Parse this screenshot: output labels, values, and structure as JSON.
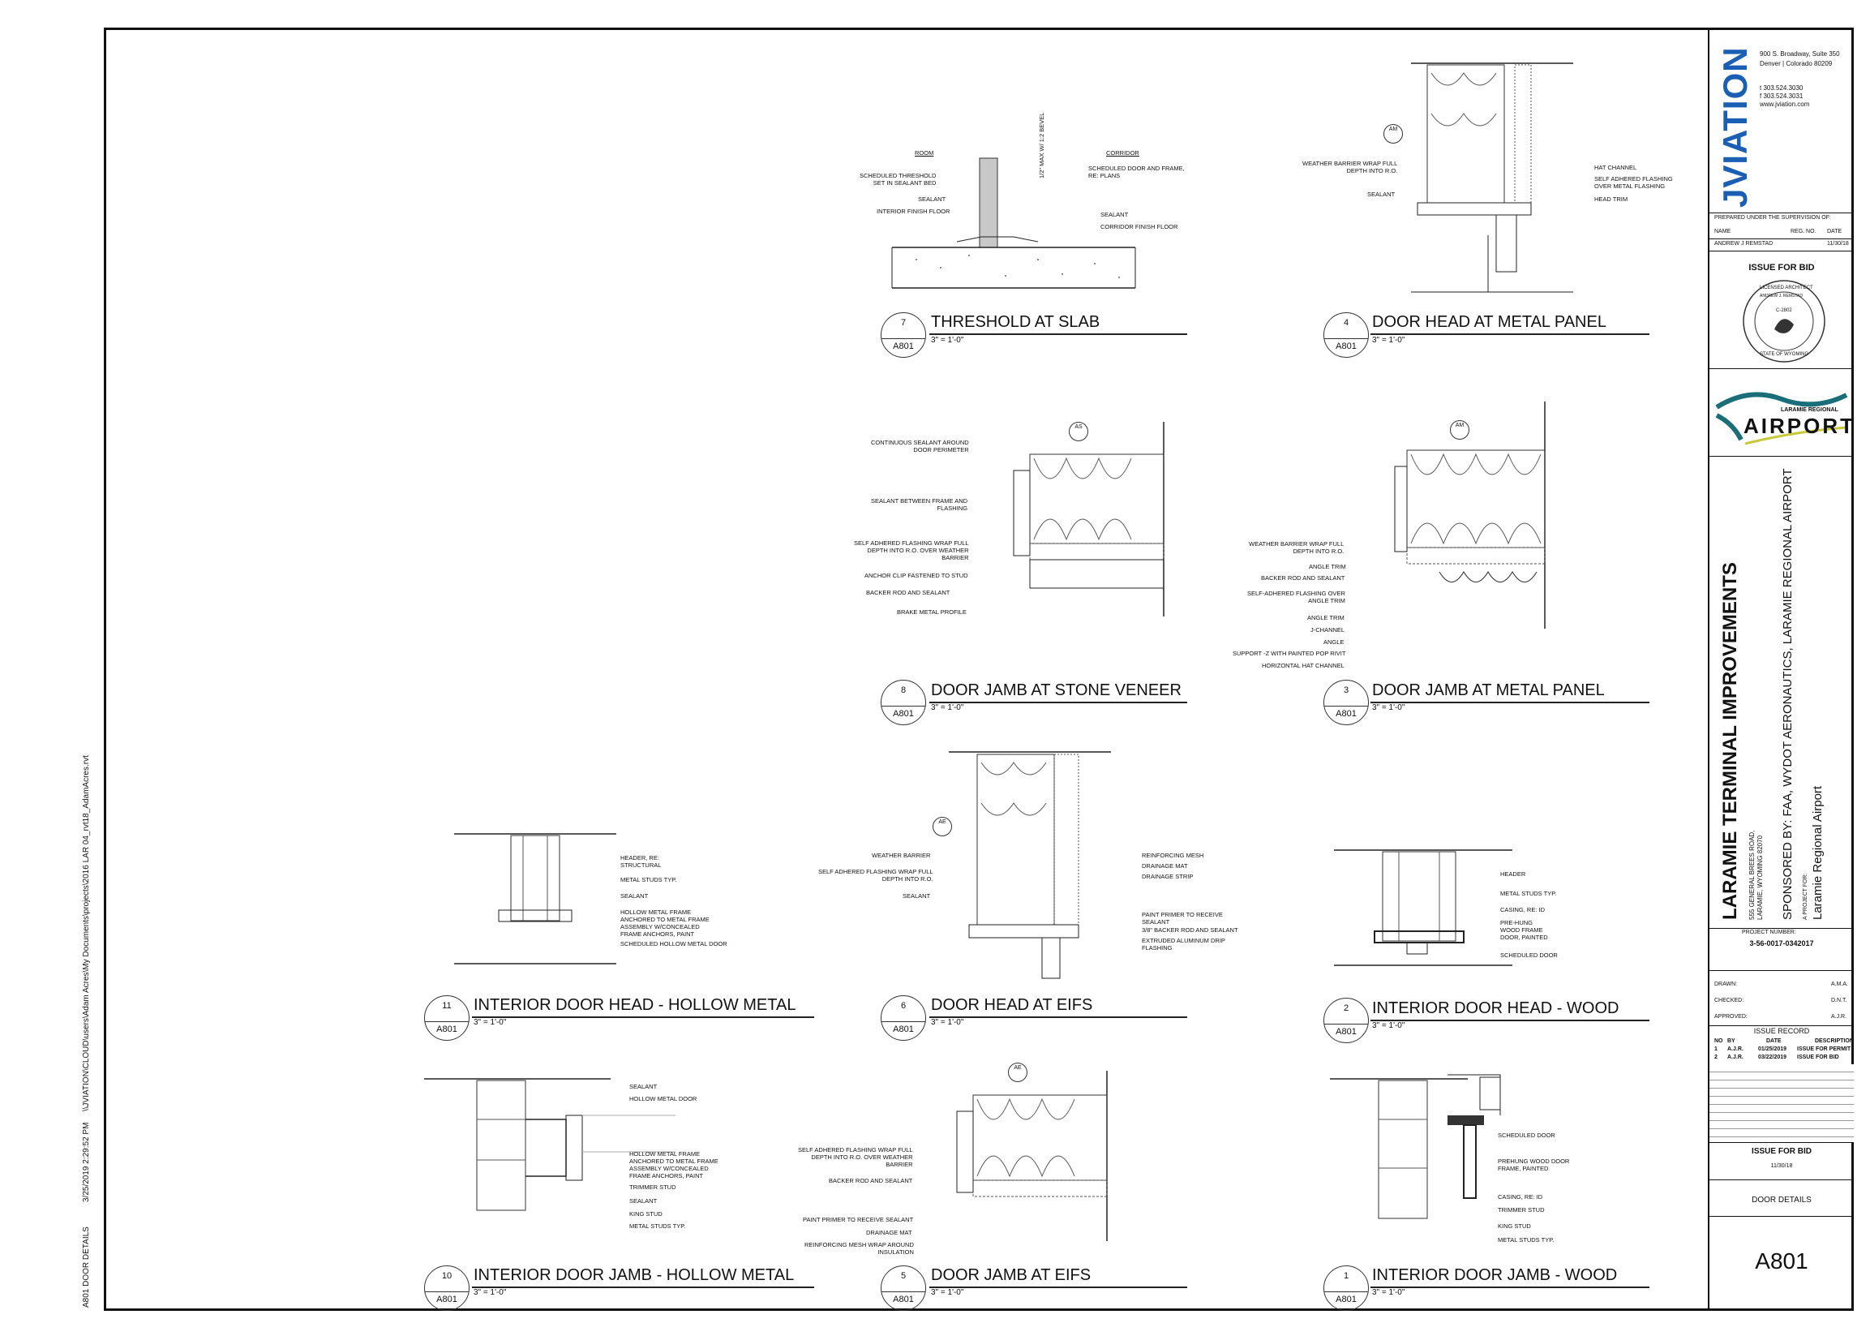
{
  "side_labels": {
    "path": "\\\\JVIATION\\CLOUD\\users\\Adam Acres\\My Documents\\projects\\2016 LAR 04_rvt18_AdamAcres.rvt",
    "timestamp": "3/25/2019 2:29:52 PM",
    "sheet_name": "A801 DOOR DETAILS"
  },
  "details": [
    {
      "num": "7",
      "sheet": "A801",
      "title": "THRESHOLD AT SLAB",
      "scale": "3\" = 1'-0\""
    },
    {
      "num": "4",
      "sheet": "A801",
      "title": "DOOR HEAD AT METAL PANEL",
      "scale": "3\" = 1'-0\""
    },
    {
      "num": "8",
      "sheet": "A801",
      "title": "DOOR JAMB AT STONE VENEER",
      "scale": "3\" = 1'-0\""
    },
    {
      "num": "3",
      "sheet": "A801",
      "title": "DOOR JAMB AT METAL PANEL",
      "scale": "3\" = 1'-0\""
    },
    {
      "num": "11",
      "sheet": "A801",
      "title": "INTERIOR DOOR HEAD - HOLLOW METAL",
      "scale": "3\" = 1'-0\""
    },
    {
      "num": "6",
      "sheet": "A801",
      "title": "DOOR HEAD AT EIFS",
      "scale": "3\" = 1'-0\""
    },
    {
      "num": "2",
      "sheet": "A801",
      "title": "INTERIOR DOOR HEAD - WOOD",
      "scale": "3\" = 1'-0\""
    },
    {
      "num": "10",
      "sheet": "A801",
      "title": "INTERIOR DOOR JAMB - HOLLOW METAL",
      "scale": "3\" = 1'-0\""
    },
    {
      "num": "5",
      "sheet": "A801",
      "title": "DOOR JAMB AT EIFS",
      "scale": "3\" = 1'-0\""
    },
    {
      "num": "1",
      "sheet": "A801",
      "title": "INTERIOR DOOR JAMB - WOOD",
      "scale": "3\" = 1'-0\""
    }
  ],
  "notes": {
    "d7": {
      "room": "ROOM",
      "corridor": "CORRIDOR",
      "left": [
        "SCHEDULED THRESHOLD\nSET IN SEALANT BED",
        "SEALANT",
        "INTERIOR FINISH FLOOR"
      ],
      "right": [
        "SCHEDULED DOOR AND FRAME,\nRE: PLANS",
        "SEALANT",
        "CORRIDOR FINISH FLOOR"
      ],
      "bevel": "1/2\" MAX W/ 1:2 BEVEL"
    },
    "d4": {
      "tag": "AM",
      "left": [
        "WEATHER BARRIER WRAP FULL\nDEPTH INTO R.O.",
        "SEALANT"
      ],
      "right": [
        "HAT CHANNEL",
        "SELF ADHERED FLASHING\nOVER METAL FLASHING",
        "HEAD TRIM"
      ]
    },
    "d8": {
      "tag": "AS",
      "left": [
        "CONTINUOUS SEALANT AROUND\nDOOR PERIMETER",
        "SEALANT BETWEEN FRAME AND\nFLASHING",
        "SELF ADHERED FLASHING WRAP FULL\nDEPTH INTO R.O. OVER WEATHER\nBARRIER",
        "ANCHOR CLIP FASTENED TO STUD",
        "BACKER ROD AND SEALANT",
        "BRAKE METAL PROFILE"
      ]
    },
    "d3": {
      "tag": "AM",
      "left": [
        "WEATHER BARRIER WRAP FULL\nDEPTH INTO R.O.",
        "ANGLE TRIM",
        "BACKER ROD AND SEALANT",
        "SELF-ADHERED FLASHING OVER\nANGLE TRIM",
        "ANGLE TRIM",
        "J-CHANNEL",
        "ANGLE",
        "SUPPORT -Z WITH PAINTED POP RIVIT",
        "HORIZONTAL HAT CHANNEL"
      ]
    },
    "d11": {
      "right": [
        "HEADER, RE:\nSTRUCTURAL",
        "METAL STUDS TYP.",
        "SEALANT",
        "HOLLOW METAL FRAME\nANCHORED TO METAL FRAME\nASSEMBLY W/CONCEALED\nFRAME ANCHORS, PAINT",
        "SCHEDULED HOLLOW METAL DOOR"
      ]
    },
    "d6": {
      "tag": "AE",
      "left": [
        "WEATHER BARRIER",
        "SELF ADHERED FLASHING WRAP FULL\nDEPTH INTO R.O.",
        "SEALANT"
      ],
      "right": [
        "REINFORCING MESH",
        "DRAINAGE MAT",
        "DRAINAGE STRIP",
        "PAINT PRIMER TO RECEIVE\nSEALANT",
        "3/8\" BACKER ROD AND SEALANT",
        "EXTRUDED ALUMINUM DRIP\nFLASHING"
      ]
    },
    "d2": {
      "right": [
        "HEADER",
        "METAL STUDS TYP.",
        "CASING, RE: ID",
        "PRE-HUNG\nWOOD FRAME\nDOOR, PAINTED",
        "SCHEDULED DOOR"
      ]
    },
    "d10": {
      "right": [
        "SEALANT",
        "HOLLOW METAL DOOR",
        "HOLLOW METAL FRAME\nANCHORED TO METAL FRAME\nASSEMBLY W/CONCEALED\nFRAME ANCHORS, PAINT",
        "TRIMMER STUD",
        "SEALANT",
        "KING STUD",
        "METAL STUDS TYP."
      ]
    },
    "d5": {
      "tag": "AE",
      "left": [
        "SELF ADHERED FLASHING WRAP FULL\nDEPTH INTO R.O. OVER WEATHER\nBARRIER",
        "BACKER ROD AND SEALANT",
        "PAINT PRIMER TO RECEIVE SEALANT",
        "DRAINAGE MAT",
        "REINFORCING MESH WRAP AROUND\nINSULATION"
      ]
    },
    "d1": {
      "right": [
        "SCHEDULED DOOR",
        "PREHUNG WOOD DOOR\nFRAME, PAINTED",
        "CASING, RE: ID",
        "TRIMMER STUD",
        "KING STUD",
        "METAL STUDS TYP."
      ]
    }
  },
  "title_block": {
    "logo": "JVIATION",
    "address": [
      "900 S. Broadway, Suite 350",
      "Denver | Colorado 80209",
      "",
      "t 303.524.3030",
      "f 303.524.3031",
      "www.jviation.com"
    ],
    "prepared": "PREPARED UNDER THE SUPERVISION OF:",
    "sup_headers": [
      "NAME",
      "REG. NO.",
      "DATE"
    ],
    "sup_row": [
      "ANDREW J REMSTAD",
      "",
      "11/30/18"
    ],
    "issue": "ISSUE FOR BID",
    "seal": {
      "top": "LICENSED ARCHITECT",
      "name": "ANDREW J. REMSTAD",
      "number": "C-2802",
      "bottom": "STATE OF WYOMING"
    },
    "airport_small": "LARAMIE REGIONAL",
    "airport_big": "AIRPORT",
    "project_title": "LARAMIE TERMINAL IMPROVEMENTS",
    "project_address": [
      "555 GENERAL BREES ROAD,",
      "LARAMIE, WYOMING 82070"
    ],
    "sponsor": "SPONSORED BY: FAA, WYDOT AERONAUTICS, LARAMIE REGIONAL AIRPORT",
    "project_for_label": "A PROJECT FOR:",
    "project_for": "Laramie Regional Airport",
    "project_number_label": "PROJECT NUMBER:",
    "project_number": "3-56-0017-0342017",
    "drawn_label": "DRAWN:",
    "drawn": "A.M.A.",
    "checked_label": "CHECKED:",
    "checked": "D.N.T.",
    "approved_label": "APPROVED:",
    "approved": "A.J.R.",
    "issue_record_title": "ISSUE RECORD",
    "issue_headers": [
      "NO",
      "BY",
      "DATE",
      "DESCRIPTION"
    ],
    "issue_rows": [
      [
        "1",
        "A.J.R.",
        "01/25/2019",
        "ISSUE FOR PERMIT"
      ],
      [
        "2",
        "A.J.R.",
        "03/22/2019",
        "ISSUE FOR BID"
      ]
    ],
    "status": "ISSUE FOR BID",
    "status_date": "11/30/18",
    "sheet_title": "DOOR DETAILS",
    "sheet_number": "A801"
  }
}
